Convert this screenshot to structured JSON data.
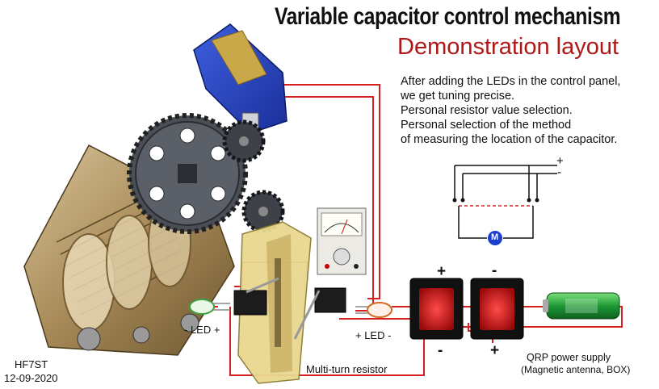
{
  "title": "Variable capacitor control mechanism",
  "subtitle": "Demonstration layout",
  "notes": [
    "After adding the LEDs in the control panel,",
    "we get tuning precise.",
    "Personal resistor value selection.",
    "Personal selection of the method",
    "of measuring the location of the capacitor."
  ],
  "labels": {
    "led_left": "- LED +",
    "led_right": "+ LED -",
    "multi_turn": "Multi-turn resistor",
    "power_line1": "QRP power supply",
    "power_line2": "(Magnetic antenna, BOX)",
    "author": "HF7ST",
    "date": "12-09-2020",
    "switch1_top": "+",
    "switch1_bottom": "-",
    "switch2_top": "-",
    "switch2_bottom": "+"
  },
  "schematic": {
    "plus": "+",
    "minus": "-",
    "motor": "M"
  },
  "colors": {
    "wire": "#d42020",
    "title": "#111111",
    "subtitle": "#b01818",
    "motor": "#1a3fd0"
  }
}
